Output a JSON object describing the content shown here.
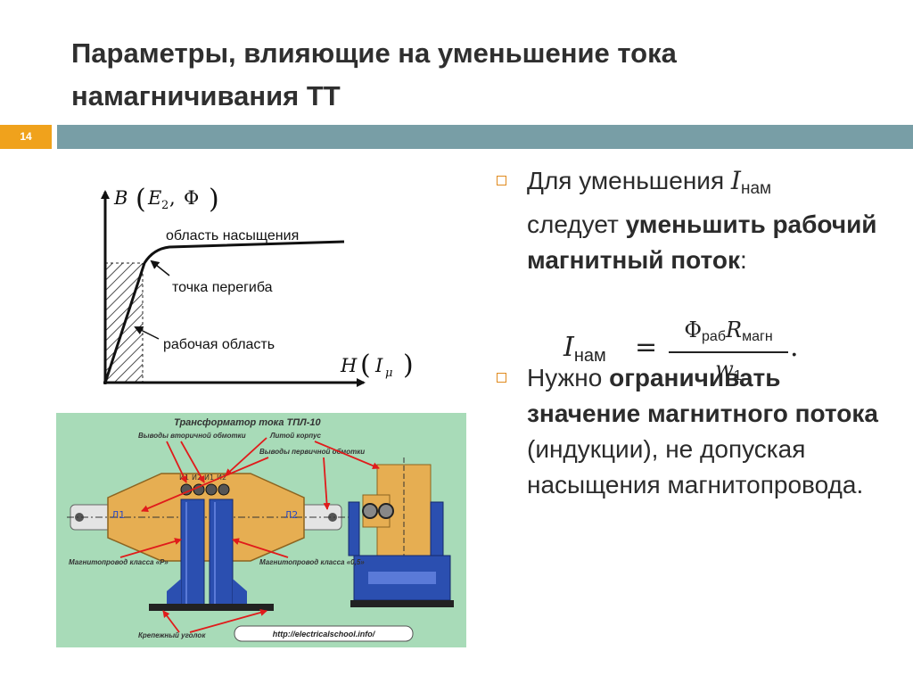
{
  "slide": {
    "title_line1": "Параметры, влияющие на уменьшение тока",
    "title_line2": "намагничивания ТТ",
    "number": "14"
  },
  "colors": {
    "accent_orange": "#f0a21c",
    "band_teal": "#789ea6",
    "photo_bg": "#a8dbb8"
  },
  "graph": {
    "y_axis": {
      "B": "B",
      "E": "E",
      "E_sub": "2",
      "Phi": "Φ"
    },
    "x_axis": {
      "H": "H",
      "I": "I",
      "I_sub": "μ"
    },
    "labels": {
      "saturation": "область насыщения",
      "knee": "точка перегиба",
      "working": "рабочая область"
    }
  },
  "bullets": {
    "b1": {
      "pre": "Для уменьшения ",
      "var": "I",
      "var_sub": "нам",
      "mid": "следует ",
      "bold": "уменьшить рабочий магнитный поток",
      "end": ":"
    },
    "b2": {
      "pre": "Нужно ",
      "bold": "ограничивать значение магнитного потока",
      "post": " (индукции), не допуская насыщения магнитопровода."
    }
  },
  "formula": {
    "lhs": "I",
    "lhs_sub": "нам",
    "eq": "=",
    "num_phi": "Φ",
    "num_phi_sub": "раб",
    "num_r": "R",
    "num_r_sub": "магн",
    "den": "w",
    "den_sub": "1",
    "dot": "."
  },
  "photo": {
    "title": "Трансформатор тока ТПЛ-10",
    "labels": {
      "secondary_leads": "Выводы вторичной обмотки",
      "cast_body": "Литой корпус",
      "primary_leads": "Выводы первичной обмотки",
      "core_p": "Магнитопровод класса «Р»",
      "core_05": "Магнитопровод класса «0,5»",
      "bracket": "Крепежный уголок",
      "url": "http://electricalschool.info/"
    },
    "terminals": {
      "t1": "Л1",
      "t2": "Л2",
      "s1": "И1",
      "s2": "И2",
      "s3": "И1",
      "s4": "И2"
    }
  }
}
